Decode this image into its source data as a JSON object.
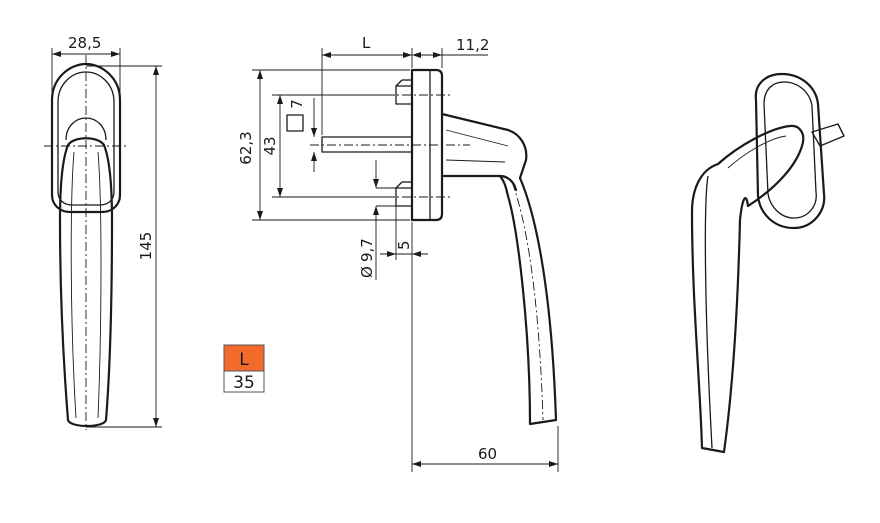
{
  "dimensions": {
    "width_top": "28,5",
    "height_total": "145",
    "length_label": "L",
    "rosette_depth": "11,2",
    "screw_spacing": "62,3",
    "spindle_offset": "43",
    "square_size": "7",
    "screw_diameter": "9,7",
    "pin_depth": "5",
    "projection": "60"
  },
  "length_table": {
    "header": "L",
    "value": "35"
  },
  "colors": {
    "table_header": "#f26b2c",
    "lines": "#1a1a1a"
  }
}
